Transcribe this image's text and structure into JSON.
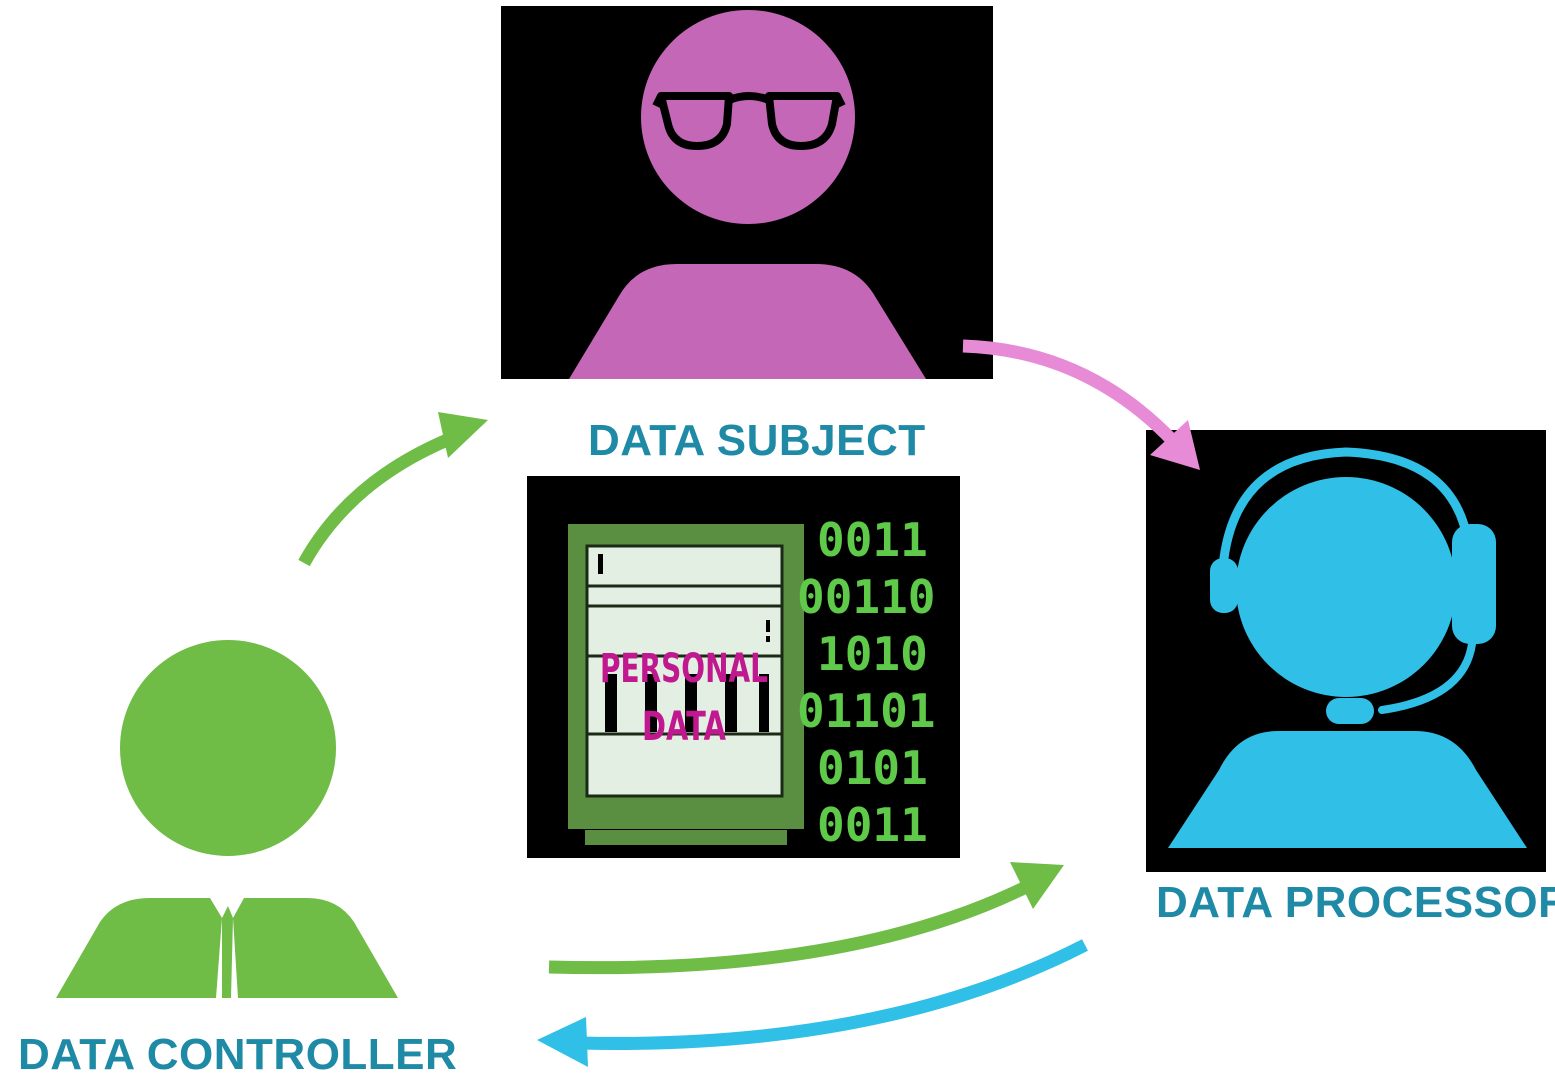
{
  "labels": {
    "subject": "DATA SUBJECT",
    "processor": "DATA PROCESSOR",
    "controller": "DATA CONTROLLER"
  },
  "server": {
    "line1": "PERSONAL",
    "line2": "DATA"
  },
  "binary": [
    "0011",
    "00110",
    "1010",
    "01101",
    "0101",
    "0011"
  ],
  "colors": {
    "label": "#1e8aa6",
    "subject": "#c467b6",
    "processor": "#30bfe6",
    "controller": "#6fbd46",
    "subject_arrow": "#e88bd6",
    "server_frame": "#5a8f42",
    "server_unit": "#e3efe3",
    "personal_data_text": "#c0198f",
    "binary_text": "#5fc94a"
  },
  "icons": {
    "subject": "person-with-glasses-icon",
    "processor": "person-with-headset-icon",
    "controller": "person-with-tie-icon",
    "data": "server-rack-icon"
  }
}
